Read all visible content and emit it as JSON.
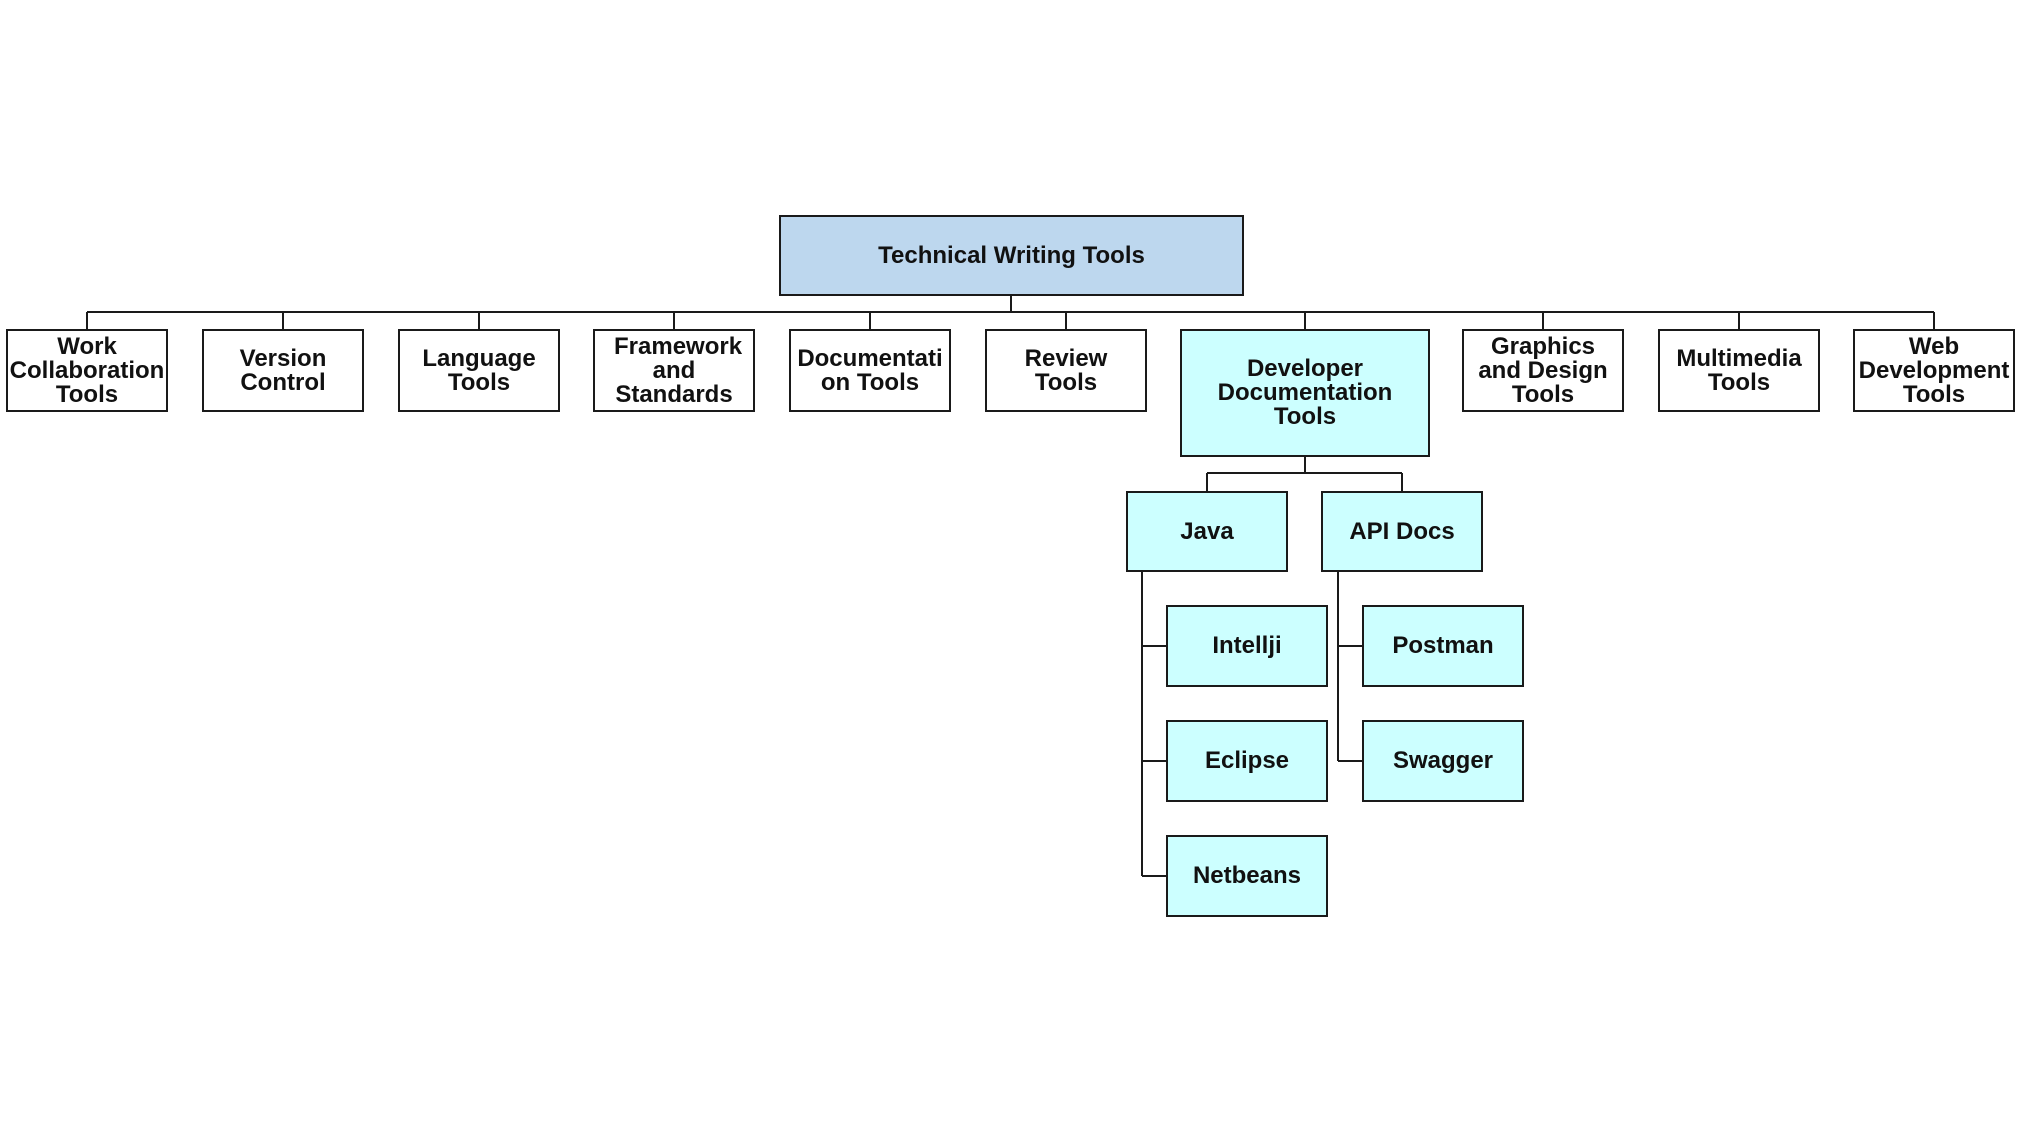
{
  "root": {
    "label": "Technical Writing Tools"
  },
  "categories": [
    {
      "label": "Work Collaboration Tools"
    },
    {
      "label": "Version Control"
    },
    {
      "label": "Language Tools"
    },
    {
      "label": "Framework and Standards"
    },
    {
      "label": "Documentation Tools"
    },
    {
      "label": "Review Tools"
    },
    {
      "label": "Developer Documentation Tools"
    },
    {
      "label": "Graphics and Design Tools"
    },
    {
      "label": "Multimedia Tools"
    },
    {
      "label": "Web Development Tools"
    }
  ],
  "developer_docs": {
    "java": {
      "label": "Java",
      "children": [
        {
          "label": "Intellji"
        },
        {
          "label": "Eclipse"
        },
        {
          "label": "Netbeans"
        }
      ]
    },
    "api_docs": {
      "label": "API Docs",
      "children": [
        {
          "label": "Postman"
        },
        {
          "label": "Swagger"
        }
      ]
    }
  },
  "colors": {
    "root_fill": "#bdd7ee",
    "highlight_fill": "#ccffff",
    "default_fill": "#ffffff",
    "border": "#1a1a1a"
  }
}
